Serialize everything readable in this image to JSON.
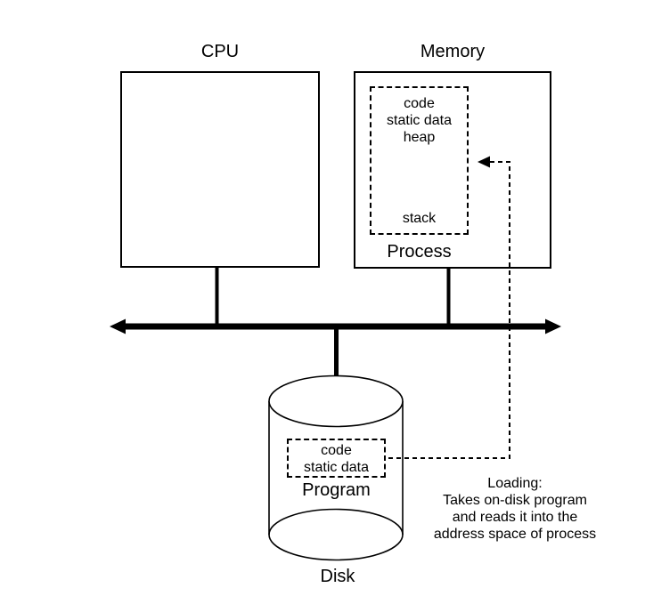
{
  "cpu": {
    "label": "CPU"
  },
  "memory": {
    "label": "Memory",
    "process": {
      "label": "Process",
      "segments_top": [
        "code",
        "static data",
        "heap"
      ],
      "segment_bottom": "stack"
    }
  },
  "disk": {
    "label": "Disk",
    "program": {
      "label": "Program",
      "segments": [
        "code",
        "static data"
      ]
    }
  },
  "loading_note": {
    "lines": [
      "Loading:",
      "Takes on-disk program",
      "and reads it into the",
      "address space of process"
    ]
  },
  "colors": {
    "ink": "#000000",
    "background": "#ffffff"
  }
}
